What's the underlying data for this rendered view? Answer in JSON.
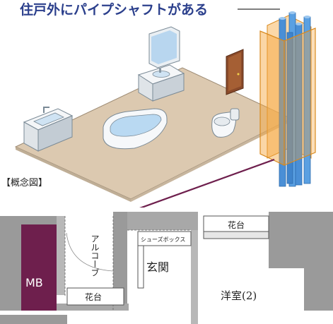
{
  "title": "住戸外にパイプシャフトがある",
  "concept_label": "【概念図】",
  "plan": {
    "mb": "MB",
    "alcove": "アルコーブ",
    "shoes_box": "シューズボックス",
    "entrance": "玄関",
    "flower_bed_top": "花台",
    "flower_bed_bottom": "花台",
    "western_room": "洋室(2)"
  },
  "colors": {
    "title": "#2b3f8c",
    "accent": "#6e1f4d",
    "floor": "#d9c6ad",
    "shaft": "#f5a33a",
    "pipe": "#4a8fd6",
    "wall": "#8f8f8f"
  }
}
